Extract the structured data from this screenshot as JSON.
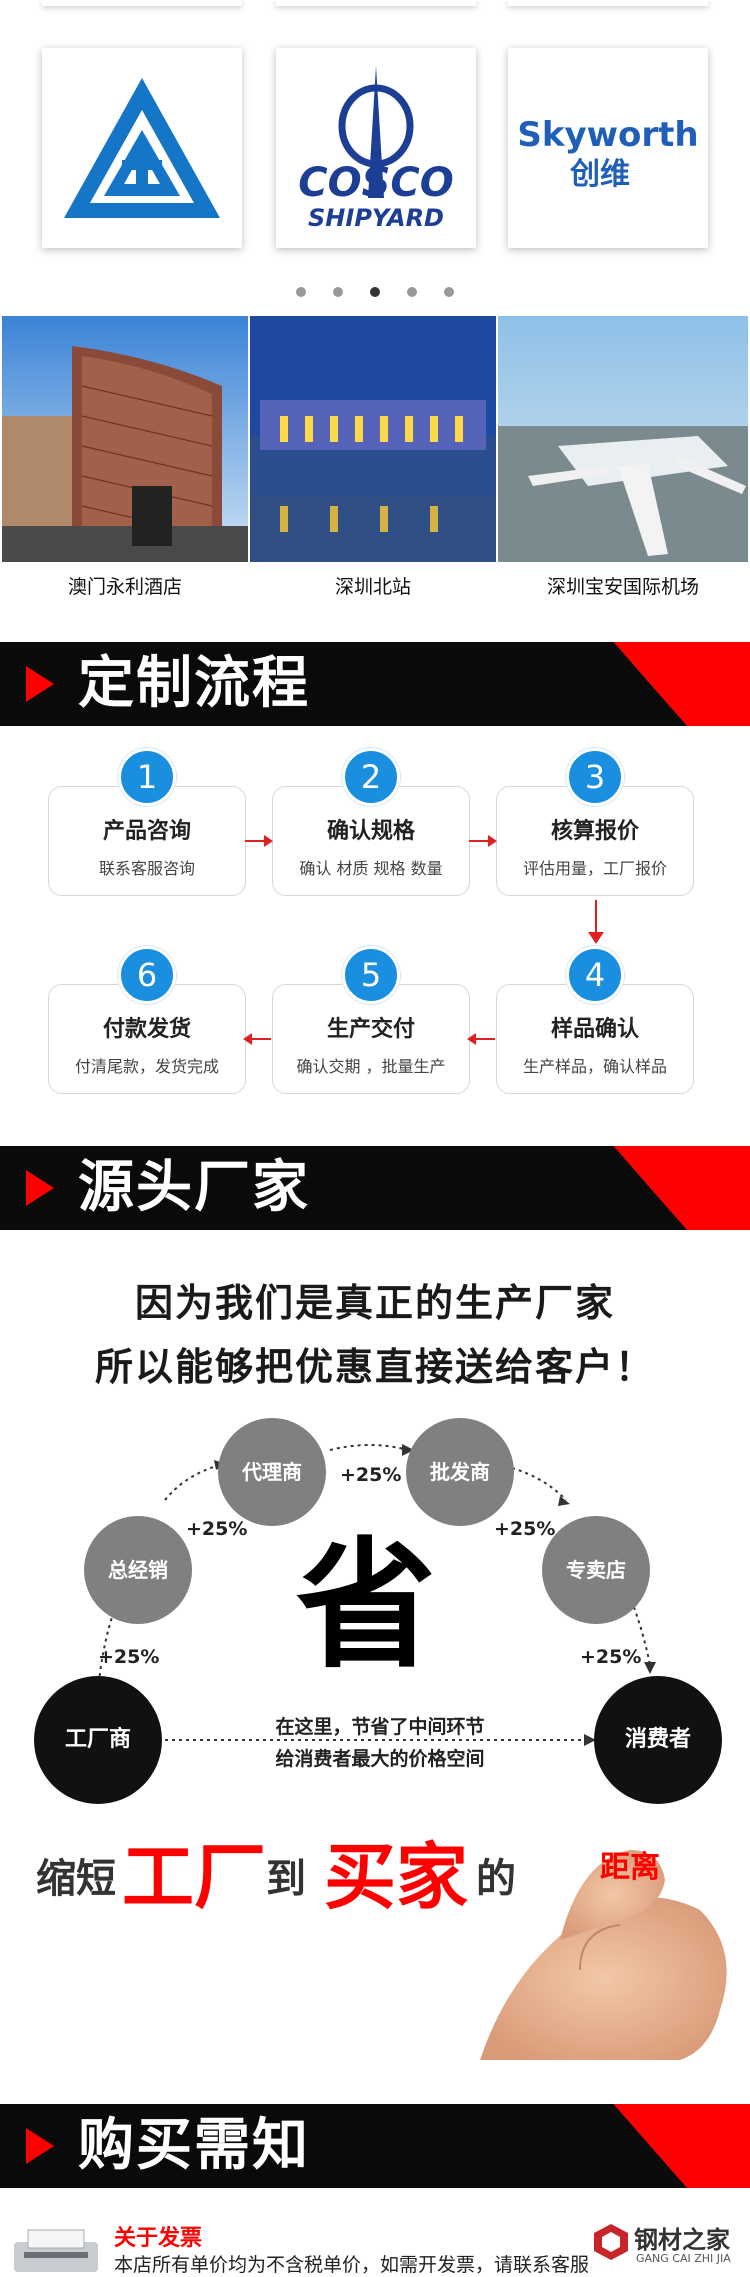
{
  "logos": {
    "items": [
      {
        "name": "triangle-logo",
        "text": ""
      },
      {
        "name": "cosco-logo",
        "text": "SHIPYARD",
        "brand": "COSCO"
      },
      {
        "name": "skyworth-logo",
        "text": "Skyworth",
        "sub": "创维"
      }
    ],
    "carousel_active": 3,
    "carousel_count": 5
  },
  "projects": [
    {
      "caption": "澳门永利酒店"
    },
    {
      "caption": "深圳北站"
    },
    {
      "caption": "深圳宝安国际机场"
    }
  ],
  "section_process": {
    "title": "定制流程",
    "steps": [
      {
        "num": "1",
        "title": "产品咨询",
        "sub": "联系客服咨询"
      },
      {
        "num": "2",
        "title": "确认规格",
        "sub": "确认 材质  规格  数量"
      },
      {
        "num": "3",
        "title": "核算报价",
        "sub": "评估用量，工厂报价"
      },
      {
        "num": "4",
        "title": "样品确认",
        "sub": "生产样品，确认样品"
      },
      {
        "num": "5",
        "title": "生产交付",
        "sub": "确认交期 ，批量生产"
      },
      {
        "num": "6",
        "title": "付款发货",
        "sub": "付清尾款，发货完成"
      }
    ]
  },
  "section_factory": {
    "title": "源头厂家",
    "headline1": "因为我们是真正的生产厂家",
    "headline2": "所以能够把优惠直接送给客户！",
    "nodes": {
      "factory": "工厂商",
      "general": "总经销",
      "agent": "代理商",
      "wholesale": "批发商",
      "retail": "专卖店",
      "consumer": "消费者"
    },
    "markup": "+25%",
    "center_char": "省",
    "note1": "在这里，节省了中间环节",
    "note2": "给消费者最大的价格空间",
    "slogan": {
      "p1": "缩短",
      "p2": "工厂",
      "p3": "到",
      "p4": "买家",
      "p5": "的",
      "p6": "距离"
    }
  },
  "section_buy": {
    "title": "购买需知",
    "invoice_title": "关于发票",
    "invoice_text": "本店所有单价均为不含税单价，如需开发票，请联系客服"
  },
  "watermark": {
    "cn": "钢材之家",
    "en": "GANG CAI ZHI JIA"
  },
  "colors": {
    "accent": "#ff0000",
    "blue": "#1a8fe0",
    "dark": "#0a0a0a"
  }
}
